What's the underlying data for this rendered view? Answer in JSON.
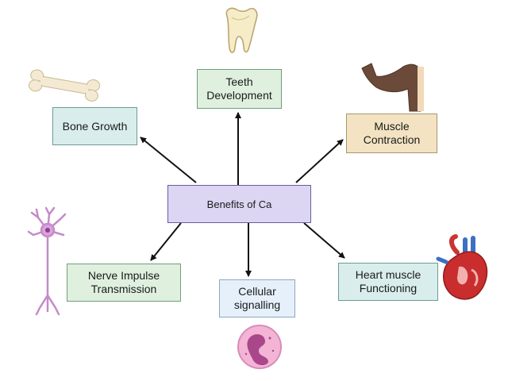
{
  "center": {
    "label": "Benefits of Ca"
  },
  "benefits": {
    "teeth": "Teeth\nDevelopment",
    "bone": "Bone Growth",
    "muscle": "Muscle\nContraction",
    "nerve": "Nerve Impulse\nTransmission",
    "cellular": "Cellular\nsignalling",
    "heart": "Heart muscle\nFunctioning"
  },
  "icons": {
    "teeth": "tooth-icon",
    "bone": "bone-icon",
    "muscle": "arm-muscle-icon",
    "nerve": "neuron-icon",
    "cellular": "cell-icon",
    "heart": "heart-icon"
  },
  "colors": {
    "center_fill": "#dcd6f3",
    "center_border": "#6a5c9e",
    "arrow": "#111111"
  }
}
